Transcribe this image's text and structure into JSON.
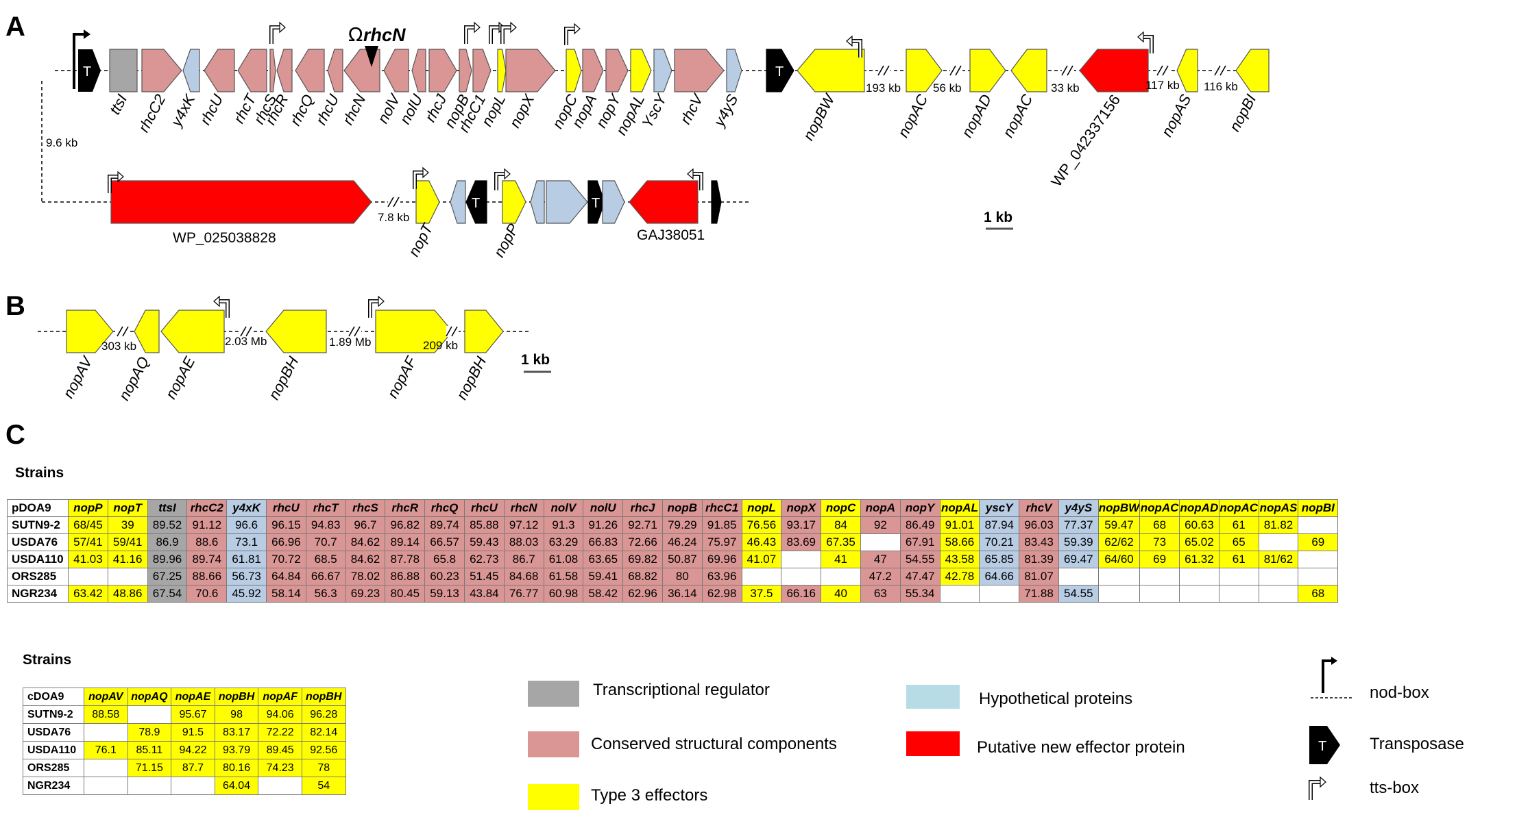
{
  "panels": {
    "a": "A",
    "b": "B",
    "c": "C"
  },
  "colors": {
    "gray": "#a6a6a6",
    "pink": "#d99694",
    "blue": "#b8cce4",
    "yellow": "#ffff00",
    "red": "#ff0000",
    "black": "#000000",
    "white": "#ffffff"
  },
  "marker": {
    "omega": "Ω",
    "gene": "rhcN"
  },
  "gene_label_words": {
    "tlabel": "T"
  },
  "panel_a": {
    "row1_genes": [
      "ttsI",
      "rhcC2",
      "y4xK",
      "rhcU",
      "rhcT",
      "rhcS",
      "rhcR",
      "rhcQ",
      "rhcU",
      "rhcN",
      "nolV",
      "nolU",
      "rhcJ",
      "nopB",
      "rhcC1",
      "nopL",
      "nopX",
      "nopC",
      "nopA",
      "nopY",
      "nopAL",
      "YscY",
      "rhcV",
      "y4yS",
      "nopBW",
      "nopAC",
      "nopAD",
      "nopAC",
      "WP_042337156",
      "nopAS",
      "nopBI"
    ],
    "row1_distances": [
      "193 kb",
      "56 kb",
      "33 kb",
      "117 kb",
      "116 kb"
    ],
    "link_distance": "9.6 kb",
    "row2_genes": [
      "WP_025038828",
      "nopT",
      "nopP",
      "GAJ38051"
    ],
    "row2_distances": [
      "7.8 kb"
    ],
    "scale": "1 kb"
  },
  "panel_b": {
    "genes": [
      "nopAV",
      "nopAQ",
      "nopAE",
      "nopBH",
      "nopAF",
      "nopBH"
    ],
    "distances": [
      "303 kb",
      "2.03 Mb",
      "1.89 Mb",
      "209 kb"
    ],
    "scale": "1 kb"
  },
  "table_a": {
    "heading": "Strains",
    "corner": "pDOA9",
    "columns": [
      {
        "name": "nopP",
        "color": "yellow"
      },
      {
        "name": "nopT",
        "color": "yellow"
      },
      {
        "name": "ttsI",
        "color": "gray"
      },
      {
        "name": "rhcC2",
        "color": "pink"
      },
      {
        "name": "y4xK",
        "color": "blue"
      },
      {
        "name": "rhcU",
        "color": "pink"
      },
      {
        "name": "rhcT",
        "color": "pink"
      },
      {
        "name": "rhcS",
        "color": "pink"
      },
      {
        "name": "rhcR",
        "color": "pink"
      },
      {
        "name": "rhcQ",
        "color": "pink"
      },
      {
        "name": "rhcU",
        "color": "pink"
      },
      {
        "name": "rhcN",
        "color": "pink"
      },
      {
        "name": "nolV",
        "color": "pink"
      },
      {
        "name": "nolU",
        "color": "pink"
      },
      {
        "name": "rhcJ",
        "color": "pink"
      },
      {
        "name": "nopB",
        "color": "pink"
      },
      {
        "name": "rhcC1",
        "color": "pink"
      },
      {
        "name": "nopL",
        "color": "yellow"
      },
      {
        "name": "nopX",
        "color": "pink"
      },
      {
        "name": "nopC",
        "color": "yellow"
      },
      {
        "name": "nopA",
        "color": "pink"
      },
      {
        "name": "nopY",
        "color": "pink"
      },
      {
        "name": "nopAL",
        "color": "yellow"
      },
      {
        "name": "yscY",
        "color": "blue"
      },
      {
        "name": "rhcV",
        "color": "pink"
      },
      {
        "name": "y4yS",
        "color": "blue"
      },
      {
        "name": "nopBW",
        "color": "yellow"
      },
      {
        "name": "nopAC",
        "color": "yellow"
      },
      {
        "name": "nopAD",
        "color": "yellow"
      },
      {
        "name": "nopAC",
        "color": "yellow"
      },
      {
        "name": "nopAS",
        "color": "yellow"
      },
      {
        "name": "nopBI",
        "color": "yellow"
      }
    ],
    "rows": [
      {
        "strain": "SUTN9-2",
        "values": [
          "68/45",
          "39",
          "89.52",
          "91.12",
          "96.6",
          "96.15",
          "94.83",
          "96.7",
          "96.82",
          "89.74",
          "85.88",
          "97.12",
          "91.3",
          "91.26",
          "92.71",
          "79.29",
          "91.85",
          "76.56",
          "93.17",
          "84",
          "92",
          "86.49",
          "91.01",
          "87.94",
          "96.03",
          "77.37",
          "59.47",
          "68",
          "60.63",
          "61",
          "81.82",
          ""
        ]
      },
      {
        "strain": "USDA76",
        "values": [
          "57/41",
          "59/41",
          "86.9",
          "88.6",
          "73.1",
          "66.96",
          "70.7",
          "84.62",
          "89.14",
          "66.57",
          "59.43",
          "88.03",
          "63.29",
          "66.83",
          "72.66",
          "46.24",
          "75.97",
          "46.43",
          "83.69",
          "67.35",
          "",
          "67.91",
          "58.66",
          "70.21",
          "83.43",
          "59.39",
          "62/62",
          "73",
          "65.02",
          "65",
          "",
          "69"
        ]
      },
      {
        "strain": "USDA110",
        "values": [
          "41.03",
          "41.16",
          "89.96",
          "89.74",
          "61.81",
          "70.72",
          "68.5",
          "84.62",
          "87.78",
          "65.8",
          "62.73",
          "86.7",
          "61.08",
          "63.65",
          "69.82",
          "50.87",
          "69.96",
          "41.07",
          "",
          "41",
          "47",
          "54.55",
          "43.58",
          "65.85",
          "81.39",
          "69.47",
          "64/60",
          "69",
          "61.32",
          "61",
          "81/62",
          ""
        ]
      },
      {
        "strain": "ORS285",
        "values": [
          "",
          "",
          "67.25",
          "88.66",
          "56.73",
          "64.84",
          "66.67",
          "78.02",
          "86.88",
          "60.23",
          "51.45",
          "84.68",
          "61.58",
          "59.41",
          "68.82",
          "80",
          "63.96",
          "",
          "",
          "",
          "47.2",
          "47.47",
          "42.78",
          "64.66",
          "81.07",
          "",
          "",
          "",
          "",
          "",
          "",
          ""
        ]
      },
      {
        "strain": "NGR234",
        "values": [
          "63.42",
          "48.86",
          "67.54",
          "70.6",
          "45.92",
          "58.14",
          "56.3",
          "69.23",
          "80.45",
          "59.13",
          "43.84",
          "76.77",
          "60.98",
          "58.42",
          "62.96",
          "36.14",
          "62.98",
          "37.5",
          "66.16",
          "40",
          "63",
          "55.34",
          "",
          "",
          "71.88",
          "54.55",
          "",
          "",
          "",
          "",
          "",
          "68"
        ]
      }
    ]
  },
  "table_b": {
    "heading": "Strains",
    "corner": "cDOA9",
    "columns": [
      "nopAV",
      "nopAQ",
      "nopAE",
      "nopBH",
      "nopAF",
      "nopBH"
    ],
    "rows": [
      {
        "strain": "SUTN9-2",
        "values": [
          "88.58",
          "",
          "95.67",
          "98",
          "94.06",
          "96.28"
        ]
      },
      {
        "strain": "USDA76",
        "values": [
          "",
          "78.9",
          "91.5",
          "83.17",
          "72.22",
          "82.14"
        ]
      },
      {
        "strain": "USDA110",
        "values": [
          "76.1",
          "85.11",
          "94.22",
          "93.79",
          "89.45",
          "92.56"
        ]
      },
      {
        "strain": "ORS285",
        "values": [
          "",
          "71.15",
          "87.7",
          "80.16",
          "74.23",
          "78"
        ]
      },
      {
        "strain": "NGR234",
        "values": [
          "",
          "",
          "",
          "64.04",
          "",
          "54"
        ]
      }
    ]
  },
  "legend": {
    "transcriptional": "Transcriptional regulator",
    "conserved": "Conserved structural components",
    "t3e": "Type 3 effectors",
    "hypothetical": "Hypothetical proteins",
    "putative": "Putative new effector protein",
    "nodbox": "nod-box",
    "transposase": "Transposase",
    "ttsbox": "tts-box"
  }
}
